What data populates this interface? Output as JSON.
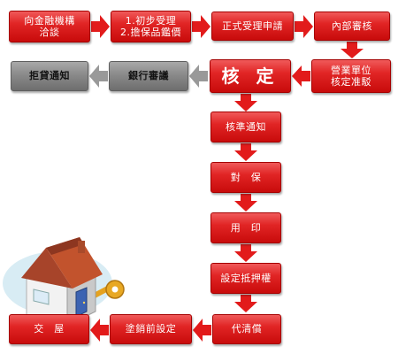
{
  "colors": {
    "red_box": "#d81515",
    "red_arrow": "#e21b1b",
    "gray_box": "#8a8a8a",
    "gray_arrow": "#999999"
  },
  "nodes": {
    "n1": "向金融機構\n洽談",
    "n2": "1.初步受理\n2.擔保品鑑價",
    "n3": "正式受理申請",
    "n4": "內部審核",
    "n5": "營業單位\n核定准駁",
    "n6": "核 定",
    "n7": "銀行審議",
    "n8": "拒貸通知",
    "n9": "核準通知",
    "n10": "對　保",
    "n11": "用　印",
    "n12": "設定抵押權",
    "n13": "代清償",
    "n14": "塗銷前設定",
    "n15": "交　屋"
  }
}
